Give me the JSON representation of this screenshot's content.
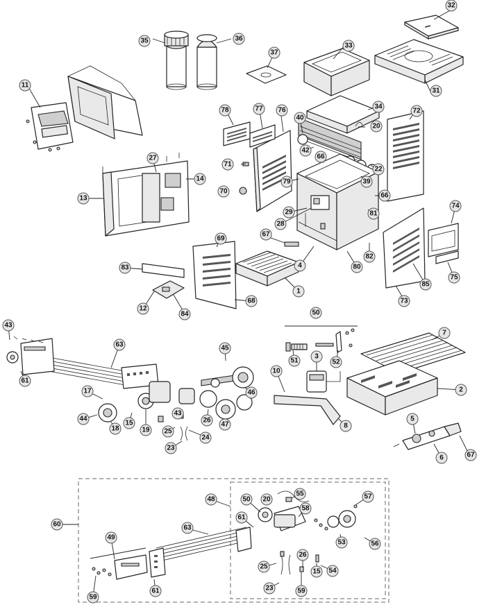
{
  "callouts": [
    {
      "id": "c32",
      "n": "32"
    },
    {
      "id": "c33",
      "n": "33"
    },
    {
      "id": "c31",
      "n": "31"
    },
    {
      "id": "c35",
      "n": "35"
    },
    {
      "id": "c36",
      "n": "36"
    },
    {
      "id": "c37",
      "n": "37"
    },
    {
      "id": "c11",
      "n": "11"
    },
    {
      "id": "c34",
      "n": "34"
    },
    {
      "id": "c40",
      "n": "40"
    },
    {
      "id": "c20a",
      "n": "20"
    },
    {
      "id": "c42",
      "n": "42"
    },
    {
      "id": "c78",
      "n": "78"
    },
    {
      "id": "c77",
      "n": "77"
    },
    {
      "id": "c76",
      "n": "76"
    },
    {
      "id": "c72",
      "n": "72"
    },
    {
      "id": "c27",
      "n": "27"
    },
    {
      "id": "c14",
      "n": "14"
    },
    {
      "id": "c71",
      "n": "71"
    },
    {
      "id": "c66a",
      "n": "66"
    },
    {
      "id": "c22",
      "n": "22"
    },
    {
      "id": "c13",
      "n": "13"
    },
    {
      "id": "c70",
      "n": "70"
    },
    {
      "id": "c39",
      "n": "39"
    },
    {
      "id": "c79",
      "n": "79"
    },
    {
      "id": "c66b",
      "n": "66"
    },
    {
      "id": "c29",
      "n": "29"
    },
    {
      "id": "c81",
      "n": "81"
    },
    {
      "id": "c74",
      "n": "74"
    },
    {
      "id": "c28",
      "n": "28"
    },
    {
      "id": "c69",
      "n": "69"
    },
    {
      "id": "c67a",
      "n": "67"
    },
    {
      "id": "c83",
      "n": "83"
    },
    {
      "id": "c4",
      "n": "4"
    },
    {
      "id": "c80",
      "n": "80"
    },
    {
      "id": "c82",
      "n": "82"
    },
    {
      "id": "c75",
      "n": "75"
    },
    {
      "id": "c85",
      "n": "85"
    },
    {
      "id": "c1",
      "n": "1"
    },
    {
      "id": "c12",
      "n": "12"
    },
    {
      "id": "c68",
      "n": "68"
    },
    {
      "id": "c73",
      "n": "73"
    },
    {
      "id": "c84",
      "n": "84"
    },
    {
      "id": "c50a",
      "n": "50"
    },
    {
      "id": "c43a",
      "n": "43"
    },
    {
      "id": "c63a",
      "n": "63"
    },
    {
      "id": "c45",
      "n": "45"
    },
    {
      "id": "c7",
      "n": "7"
    },
    {
      "id": "c61a",
      "n": "61"
    },
    {
      "id": "c51",
      "n": "51"
    },
    {
      "id": "c3",
      "n": "3"
    },
    {
      "id": "c52",
      "n": "52"
    },
    {
      "id": "c10",
      "n": "10"
    },
    {
      "id": "c17",
      "n": "17"
    },
    {
      "id": "c46",
      "n": "46"
    },
    {
      "id": "c2",
      "n": "2"
    },
    {
      "id": "c44",
      "n": "44"
    },
    {
      "id": "c15a",
      "n": "15"
    },
    {
      "id": "c18",
      "n": "18"
    },
    {
      "id": "c19",
      "n": "19"
    },
    {
      "id": "c43b",
      "n": "43"
    },
    {
      "id": "c26a",
      "n": "26"
    },
    {
      "id": "c25a",
      "n": "25"
    },
    {
      "id": "c24",
      "n": "24"
    },
    {
      "id": "c47",
      "n": "47"
    },
    {
      "id": "c8",
      "n": "8"
    },
    {
      "id": "c5",
      "n": "5"
    },
    {
      "id": "c23a",
      "n": "23"
    },
    {
      "id": "c6",
      "n": "6"
    },
    {
      "id": "c67b",
      "n": "67"
    },
    {
      "id": "c55",
      "n": "55"
    },
    {
      "id": "c48",
      "n": "48"
    },
    {
      "id": "c50b",
      "n": "50"
    },
    {
      "id": "c20b",
      "n": "20"
    },
    {
      "id": "c58",
      "n": "58"
    },
    {
      "id": "c57",
      "n": "57"
    },
    {
      "id": "c60",
      "n": "60"
    },
    {
      "id": "c63b",
      "n": "63"
    },
    {
      "id": "c61b",
      "n": "61"
    },
    {
      "id": "c49",
      "n": "49"
    },
    {
      "id": "c53",
      "n": "53"
    },
    {
      "id": "c56",
      "n": "56"
    },
    {
      "id": "c26b",
      "n": "26"
    },
    {
      "id": "c25b",
      "n": "25"
    },
    {
      "id": "c15b",
      "n": "15"
    },
    {
      "id": "c54",
      "n": "54"
    },
    {
      "id": "c61c",
      "n": "61"
    },
    {
      "id": "c23b",
      "n": "23"
    },
    {
      "id": "c59a",
      "n": "59"
    },
    {
      "id": "c59b",
      "n": "59"
    }
  ]
}
